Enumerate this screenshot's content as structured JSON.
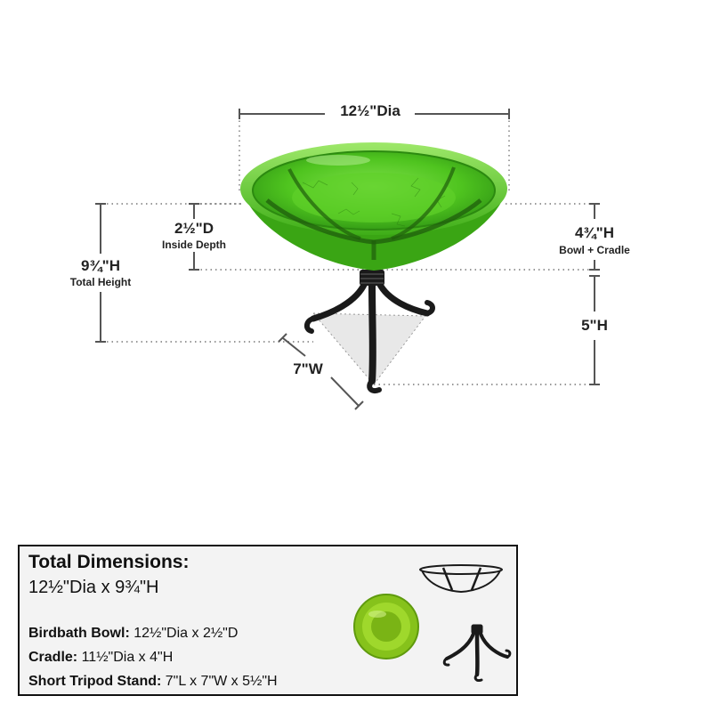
{
  "diagram": {
    "diameter_label": "12½\"Dia",
    "depth_label": "2½\"D",
    "depth_sub": "Inside Depth",
    "total_height_label": "9¾\"H",
    "total_height_sub": "Total Height",
    "bowl_cradle_label": "4¾\"H",
    "bowl_cradle_sub": "Bowl + Cradle",
    "stand_height_label": "5\"H",
    "stand_width_label": "7\"W"
  },
  "specs": {
    "title": "Total Dimensions:",
    "total": "12½\"Dia x 9¾\"H",
    "items": [
      {
        "name": "Birdbath Bowl:",
        "value": "12½\"Dia x 2½\"D"
      },
      {
        "name": "Cradle:",
        "value": "11½\"Dia x 4\"H"
      },
      {
        "name": "Short Tripod Stand:",
        "value": "7\"L x 7\"W x 5½\"H"
      }
    ]
  },
  "colors": {
    "glass": "#4fc41f",
    "glass_dark": "#2e8a12",
    "metal": "#1a1a1a",
    "thumb_glass": "#86c21b"
  }
}
